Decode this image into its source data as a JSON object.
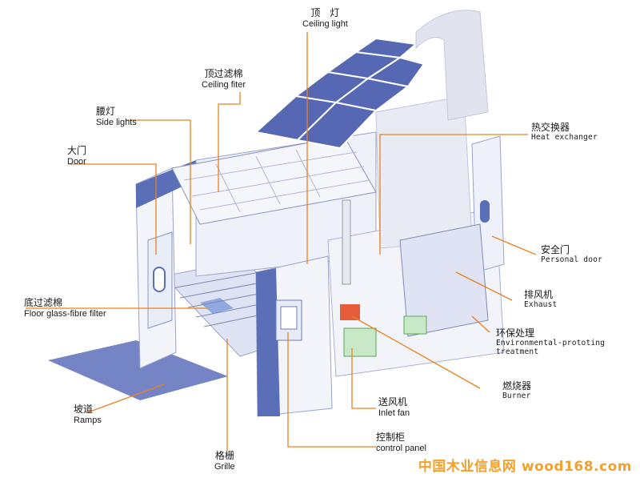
{
  "labels": {
    "ceiling_light": {
      "zh": "顶　灯",
      "en": "Ceiling light"
    },
    "ceiling_filter": {
      "zh": "顶过滤棉",
      "en": "Ceiling fiter"
    },
    "side_lights": {
      "zh": "腰灯",
      "en": "Side lights"
    },
    "door": {
      "zh": "大门",
      "en": "Door"
    },
    "floor_filter": {
      "zh": "底过滤棉",
      "en": "Floor glass-fibre filter"
    },
    "ramps": {
      "zh": "坡道",
      "en": "Ramps"
    },
    "grille": {
      "zh": "格栅",
      "en": "Grille"
    },
    "control_panel": {
      "zh": "控制柜",
      "en": "control panel"
    },
    "inlet_fan": {
      "zh": "送风机",
      "en": "Inlet fan"
    },
    "burner": {
      "zh": "燃烧器",
      "en": "Burner"
    },
    "environmental": {
      "zh": "环保处理",
      "en1": "Environmental-prototing",
      "en2": "treatment"
    },
    "exhaust": {
      "zh": "排风机",
      "en": "Exhaust"
    },
    "personal_door": {
      "zh": "安全门",
      "en": "Personal door"
    },
    "heat_exchanger": {
      "zh": "热交换器",
      "en": "Heat exchanger"
    }
  },
  "watermark": "中国木业信息网 wood168.com",
  "colors": {
    "accent_line": "#e8821e",
    "panel_blue": "#5a6fb8",
    "light_blue": "#dde3f5",
    "watermark": "#f3a12a"
  }
}
